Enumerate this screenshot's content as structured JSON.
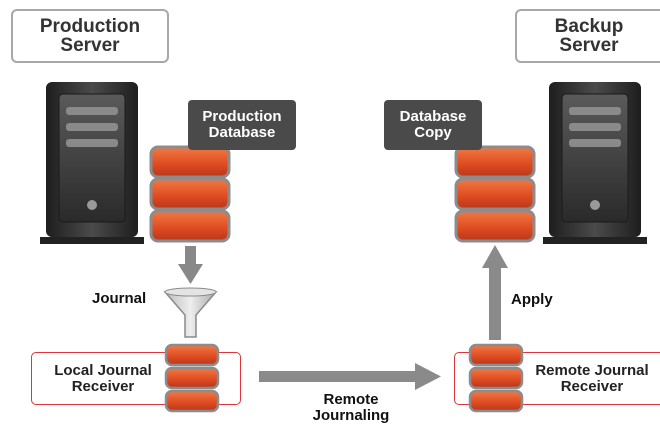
{
  "production_server": {
    "title": "Production Server"
  },
  "backup_server": {
    "title": "Backup Server"
  },
  "production_database": {
    "label_line1": "Production",
    "label_line2": "Database"
  },
  "database_copy": {
    "label_line1": "Database",
    "label_line2": "Copy"
  },
  "journal_label": "Journal",
  "apply_label": "Apply",
  "local_receiver": {
    "line1": "Local Journal",
    "line2": "Receiver"
  },
  "remote_receiver": {
    "line1": "Remote Journal",
    "line2": "Receiver"
  },
  "remote_journaling": {
    "line1": "Remote",
    "line2": "Journaling"
  },
  "colors": {
    "disk_orange": "#e8552a",
    "disk_border": "#8c8c8c",
    "receiver_border": "#e0343a",
    "arrow_gray": "#888888",
    "label_dark": "#4a4a4a",
    "server_dark": "#2f2f2f"
  }
}
